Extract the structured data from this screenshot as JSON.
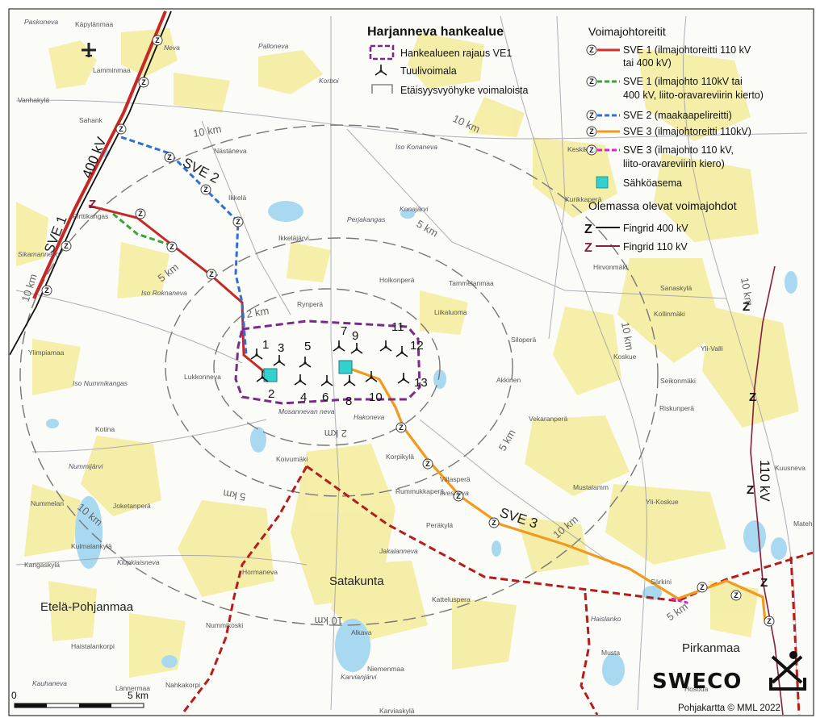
{
  "legend": {
    "title": "Harjanneva hankealue",
    "project_items": [
      {
        "label": "Hankealueen rajaus VE1",
        "symbol": "dashed-purple-rect",
        "color": "#7b2a8c"
      },
      {
        "label": "Tuulivoimala",
        "symbol": "turbine-icon",
        "color": "#000000"
      },
      {
        "label": "Etäisyysvyöhyke voimaloista",
        "symbol": "grey-bracket",
        "color": "#888888"
      }
    ],
    "routes_heading": "Voimajohtoreitit",
    "routes": [
      {
        "lines": [
          "SVE 1 (ilmajohtoreitti 110 kV",
          "tai 400 kV)"
        ],
        "color": "#d32f2f",
        "dash": "solid"
      },
      {
        "lines": [
          "SVE 1 (ilmajohto 110kV tai",
          "400 kV, liito-oravareviirin kierto)"
        ],
        "color": "#3aa535",
        "dash": "dashed"
      },
      {
        "lines": [
          "SVE 2 (maakaapelireitti)"
        ],
        "color": "#2f6fd6",
        "dash": "dashed"
      },
      {
        "lines": [
          "SVE 3 (ilmajohtoreitti 110kV)"
        ],
        "color": "#f39a1e",
        "dash": "solid"
      },
      {
        "lines": [
          "SVE 3 (ilmajohto 110 kV,",
          "liito-oravareviirin kiero)"
        ],
        "color": "#e020d0",
        "dash": "dashed"
      }
    ],
    "substation": {
      "label": "Sähköasema",
      "color": "#33d0d0"
    },
    "existing_heading": "Olemassa olevat voimajohdot",
    "existing": [
      {
        "label": "Fingrid 400 kV",
        "color": "#111111"
      },
      {
        "label": "Fingrid 110 kV",
        "color": "#8a1c3c"
      }
    ]
  },
  "regions": [
    "Etelä-Pohjanmaa",
    "Satakunta",
    "Pirkanmaa"
  ],
  "route_labels": {
    "sve1": "SVE 1",
    "sve2": "SVE 2",
    "sve3": "SVE 3",
    "kv400": "400 kV",
    "kv110": "110 kV"
  },
  "distance_labels": {
    "km2": "2 km",
    "km5": "5 km",
    "km10": "10 km"
  },
  "turbines": [
    "1",
    "2",
    "3",
    "4",
    "5",
    "6",
    "7",
    "8",
    "9",
    "10",
    "11",
    "12",
    "13"
  ],
  "z_marker": "Z",
  "places": [
    "Paskoneva",
    "Käpylänmaa",
    "Lamminmaa",
    "Neva",
    "Palloneva",
    "Korboi",
    "Vanhakylä",
    "Sahank",
    "Nästäneva",
    "Iso Konaneva",
    "Pirttikangas",
    "Ikkelä",
    "Ikkeläjärvi",
    "Perjakangas",
    "Konajärvi",
    "Keskikylä",
    "Kurikkaperä",
    "Sikamannevo",
    "Iso Roknaneva",
    "Holkonperä",
    "Rynperä",
    "Tammelanmaa",
    "Liikaluoma",
    "Siloperä",
    "Hirvonmäki",
    "Sanaskylä",
    "Kollinmäki",
    "Yli-Valli",
    "Koskue",
    "Seikonmäki",
    "Akkinen",
    "Riskunperä",
    "Ylimpiamaa",
    "Iso Nummikangas",
    "Lukkonneva",
    "Mosannevan neva",
    "Hakoneva",
    "Vekaranperä",
    "Kotina",
    "Koivumäki",
    "Korpikylä",
    "Viitasperä",
    "Ilvesneva",
    "Mustalamm",
    "Yli-Koskue",
    "Nummijärvi",
    "Rummukkaperä",
    "Nummelan",
    "Joketanperä",
    "Peräkylä",
    "Kulmalankylä",
    "Klupkiaisneva",
    "Kangaskylä",
    "Hormaneva",
    "Jakalanneva",
    "Katteluspera",
    "Särkini",
    "Nummikoski",
    "Haislanko",
    "Haistalankorpi",
    "Alkava",
    "Niemenmaa",
    "Musta",
    "Hosoua",
    "Kauhaneva",
    "Lännermaa",
    "Nahkakorpi",
    "Karviaskylä",
    "Karvianjärvi",
    "Matehi",
    "Kuusneva"
  ],
  "scale_bar": {
    "start": "0",
    "end": "5 km"
  },
  "logo": "SWECO",
  "credit": "Pohjakartta © MML 2022"
}
